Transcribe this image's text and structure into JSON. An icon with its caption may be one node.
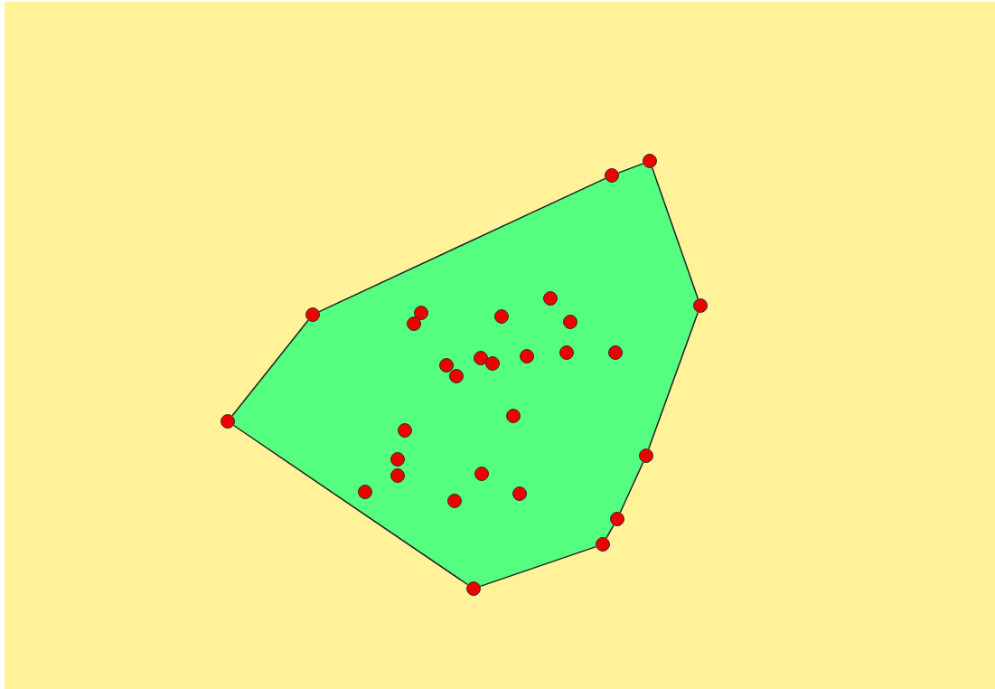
{
  "diagram": {
    "nodes": [
      {
        "text": [],
        "shape": "circle"
      },
      {
        "text": [],
        "shape": "circle"
      },
      {
        "text": [],
        "shape": "circle"
      },
      {
        "text": [],
        "shape": "circle"
      },
      {
        "text": [],
        "shape": "circle"
      },
      {
        "text": [],
        "shape": "circle"
      },
      {
        "text": [],
        "shape": "circle"
      },
      {
        "text": [],
        "shape": "circle"
      },
      {
        "text": [],
        "shape": "circle"
      },
      {
        "text": [],
        "shape": "circle"
      },
      {
        "text": [],
        "shape": "circle"
      },
      {
        "text": [],
        "shape": "circle"
      },
      {
        "text": [],
        "shape": "circle"
      },
      {
        "text": [],
        "shape": "circle"
      },
      {
        "text": [],
        "shape": "circle"
      },
      {
        "text": [],
        "shape": "circle"
      },
      {
        "text": [],
        "shape": "circle"
      },
      {
        "text": [],
        "shape": "circle"
      },
      {
        "text": [],
        "shape": "circle"
      },
      {
        "text": [],
        "shape": "circle"
      },
      {
        "text": [],
        "shape": "circle"
      },
      {
        "text": [],
        "shape": "circle"
      },
      {
        "text": [],
        "shape": "circle"
      },
      {
        "text": [],
        "shape": "circle"
      },
      {
        "text": [],
        "shape": "circle"
      },
      {
        "text": [],
        "shape": "circle"
      },
      {
        "text": [],
        "shape": "circle"
      },
      {
        "text": [],
        "shape": "circle"
      },
      {
        "text": [],
        "shape": "circle"
      }
    ],
    "edges": [
      {
        "from": 0,
        "to": 1,
        "arrow": "none"
      },
      {
        "from": 1,
        "to": 5,
        "arrow": "none"
      },
      {
        "from": 5,
        "to": 17,
        "arrow": "none"
      },
      {
        "from": 17,
        "to": 28,
        "arrow": "none"
      },
      {
        "from": 28,
        "to": 27,
        "arrow": "none"
      },
      {
        "from": 27,
        "to": 26,
        "arrow": "none"
      },
      {
        "from": 26,
        "to": 19,
        "arrow": "none"
      },
      {
        "from": 19,
        "to": 3,
        "arrow": "none"
      },
      {
        "from": 3,
        "to": 0,
        "arrow": "none"
      }
    ]
  }
}
